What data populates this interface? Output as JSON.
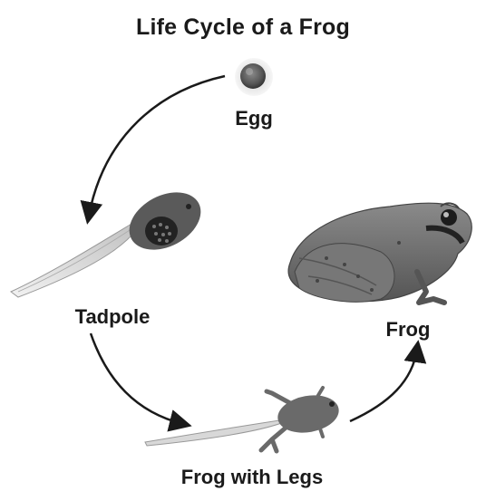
{
  "diagram": {
    "title": "Life Cycle of a Frog",
    "stages": {
      "egg": "Egg",
      "tadpole": "Tadpole",
      "frog_with_legs": "Frog with Legs",
      "frog": "Frog"
    },
    "colors": {
      "text": "#1a1a1a",
      "arrow": "#1a1a1a",
      "egg": "#7a7a7a",
      "frog_body": "#6e6e6e",
      "tadpole_body": "#cfcfcf"
    }
  }
}
